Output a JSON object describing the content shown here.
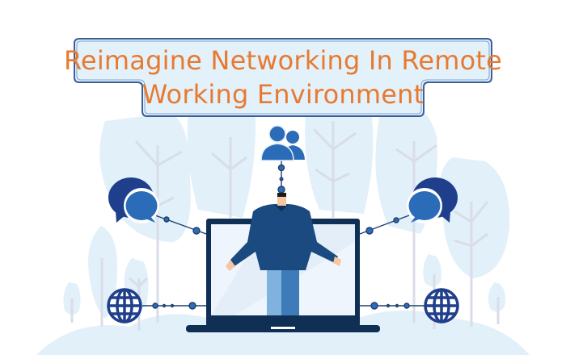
{
  "title": {
    "line1": "Reimagine Networking In Remote",
    "line2": "Working Environment",
    "text_color": "#e87a30",
    "box_fill": "#e3f1fb",
    "box_border": "#3a5f9a"
  },
  "illustration": {
    "center": {
      "device": "laptop",
      "figure": "man-emerging-from-laptop-screen"
    },
    "nodes": [
      {
        "id": "users",
        "icon": "users-group-icon",
        "position": "top-center"
      },
      {
        "id": "chat-left",
        "icon": "chat-bubbles-icon",
        "position": "upper-left"
      },
      {
        "id": "chat-right",
        "icon": "chat-bubbles-icon",
        "position": "upper-right"
      },
      {
        "id": "globe-left",
        "icon": "globe-icon",
        "position": "lower-left"
      },
      {
        "id": "globe-right",
        "icon": "globe-icon",
        "position": "lower-right"
      }
    ],
    "colors": {
      "dark_blue": "#1f3f8c",
      "mid_blue": "#2b6cb8",
      "navy": "#0f2f55",
      "shirt": "#1a4a7f",
      "pants_light": "#7fb3de",
      "pants_dark": "#3d7cb8",
      "skin": "#f6c6a0",
      "screen": "#eef5fc",
      "tree_fill": "#e2f0fa",
      "tree_branch": "#d9dde8"
    }
  }
}
